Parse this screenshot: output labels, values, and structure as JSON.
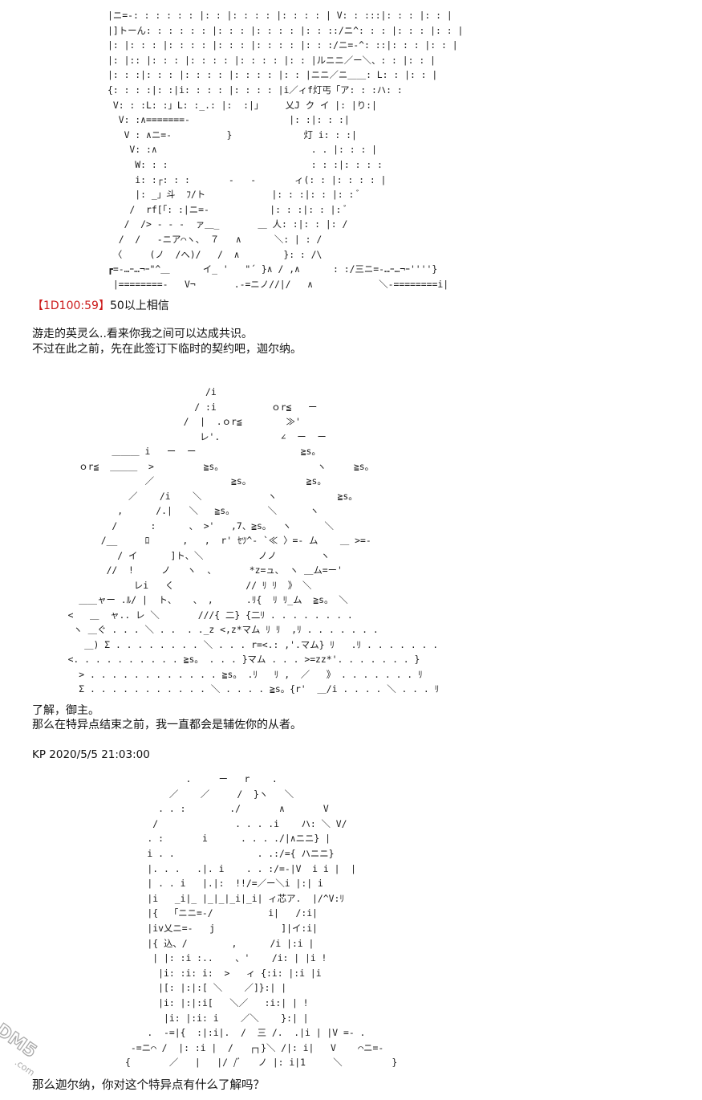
{
  "art1": "|ニ=-: : : : : : |: : |: : : : |: : : : | V: : :::|: : : |: : |\n|]トーん: : : : : : |: : : |: : : : |: : ::/ニ^: : : |: : : |: : |\n|: |: : : |: : : : |: : : |: : : : |: : :/ニ=-^: ::|: : : |: : |\n|: |:: |: : : |: : : : |: : : : |: : |ルニニ／ー＼、: : |: : |\n|: : :|: : : |: : : : |: : : : |: : |ニニ／ニ＿＿: L: : |: : |\n{: : : :|: :|i: : : : |: : : : |i／ィf灯丐「ア: : :ハ: :\n V: : :L: :」L: :_.: |:  :|」    乂J ク イ |: |り:|\n  V: :∧=======-                  |: :|: : :|\n   V : ∧ニ=-          }             灯 i: : :|\n    V: :∧                            . . |: : : |\n     W: : :                          : : :|: : : :\n     i: :┌: : :       -   -       ィ(: : |: : : : |\n     |: _」斗  ﾌ/ト            |: : :|: : |: : ﾞ\n    /  rf[「: :|ニ=-           |: : :|: : |: ﾞ\n   /  /> - - -  ァ＿_       ＿ 人: :|: : |: /\n  /  /   -ニア⌒ヽ、 ７   ∧      ＼: | : /\n 〈     (ノ  /へ)/   /  ∧        }: : /\\\n┏=-…ｰ…¬ｰ\"^＿      イ_ '   \"´ }∧ / ,∧      : :/三ニ=-…ｰ…¬ｰ''''}\n |========-   V¬       .-=ニノ//|/   ∧            ＼-========i|",
  "dice_tag": "【1D100:59】",
  "dice_result": "50以上相信",
  "dialogue1_line1": "游走的英灵么..看来你我之间可以达成共识。",
  "dialogue1_line2": "不过在此之前，先在此签订下临时的契约吧，迦尔纳。",
  "art2": "                            /i\n                          / :i          ｏr≦   ー\n                        /  |  .ｏr≦        ≫'\n                           レ'.           ∠  ー  ー\n           ＿＿＿ i   ー  ー                   ≧s。\n     ｏr≦  ＿＿＿  >         ≧s。                 ヽ     ≧s。\n                 ／              ≧s。          ≧s。\n              ／    /i    ＼            ヽ           ≧s。\n            ,      /.|   ＼   ≧s。      ＼      ヽ\n           /      :      、 >'   ,7、≧s。  ヽ      ＼\n         /__     ﾛ      ,   ,  r' ｾﾂ^- `≪ 〉=- ム    ＿ >=-\n            / イ      ]ト、＼          ノノ        ヽ\n          //  !     ノ   ヽ  、      *z=ュ、 ヽ ＿ム=ー'\n               レi   く             // ﾘ ﾘ  》 ＼\n     ＿＿ャー .ﾙ/ |  ト、   、 ,      .ﾘ{  ﾘ ﾘ_ム  ≧s。 ＼\n   <   ＿  ャ.. レ ＼       ///{ 二} {二ﾘ . . . . . . . .\n    ヽ ＿ぐ . . . ＼ . .  . ._z <,z*マム ﾘ ﾘ  ,ﾘ . . . . . . .\n      ＿) Σ . . . . . . . . ＼ . . . r=<.: ,'.マム} ﾘ   .ﾘ . . . . . . .\n   <. . . . . . . . . . ≧s。 . . . }マム . . . >=zz*'. . . . . . . }\n     > . . . . . . . . . . . . ≧s。 .ﾘ   ﾘ ,  ／   》 . . . . . . . ﾘ\n     Σ . . . . . . . . . . . ＼ . . . . ≧s。{r'  ＿/i . . . . ＼ . . . ﾘ",
  "dialogue2_line1": "了解，御主。",
  "dialogue2_line2": "那么在特异点结束之前，我一直都会是辅佐你的从者。",
  "post_meta": "KP 2020/5/5 21:03:00",
  "art3": "                  .     ー   r    .\n               ／    ／     /  }ヽ   ＼\n             . . :        ./       ∧       V\n            /              . . . .i    ハ: ＼ V/\n           . :       i      . . . ./|∧ニニ} |\n           i . .               . .:/={ ハニニ}\n           |. . .   .|. i    . . :/=-|V  i i |  |\n           | . . i   |.|:  !!/=／ー＼i |:| i\n           |i   _i|_ |_|_|_i|_i| ィ芯ア.  |/^V:ﾘ\n           |{  「ニニ=-/          i|   /:i|\n           |iv乂ニ=-   j            ]|イ:i|\n           |{ 込、/        ,      /i |:i |\n            | |: :i :..    、'    /i: | |i !\n             |i: :i: i:  >   ィ {:i: |:i |i\n             |[: |:|:[ ＼    ／]}:| |\n             |i: |:|:i[   ＼／   :i:| | !\n              |i: |:i: i    ／＼    }:| |\n           .  -=|{  :|:i|.  /  三 /.  .|i | |V =- .\n        -=ニ⌒ /  |: :i |  /   ┌┐}＼ /|: i|   V    ⌒ニ=-\n       {       ／   |   |/ /ﾞ   ノ |: i|1     ＼         }",
  "dialogue3": "那么迦尔纳，你对这个特异点有什么了解吗？",
  "watermark_text": "DM5.com"
}
